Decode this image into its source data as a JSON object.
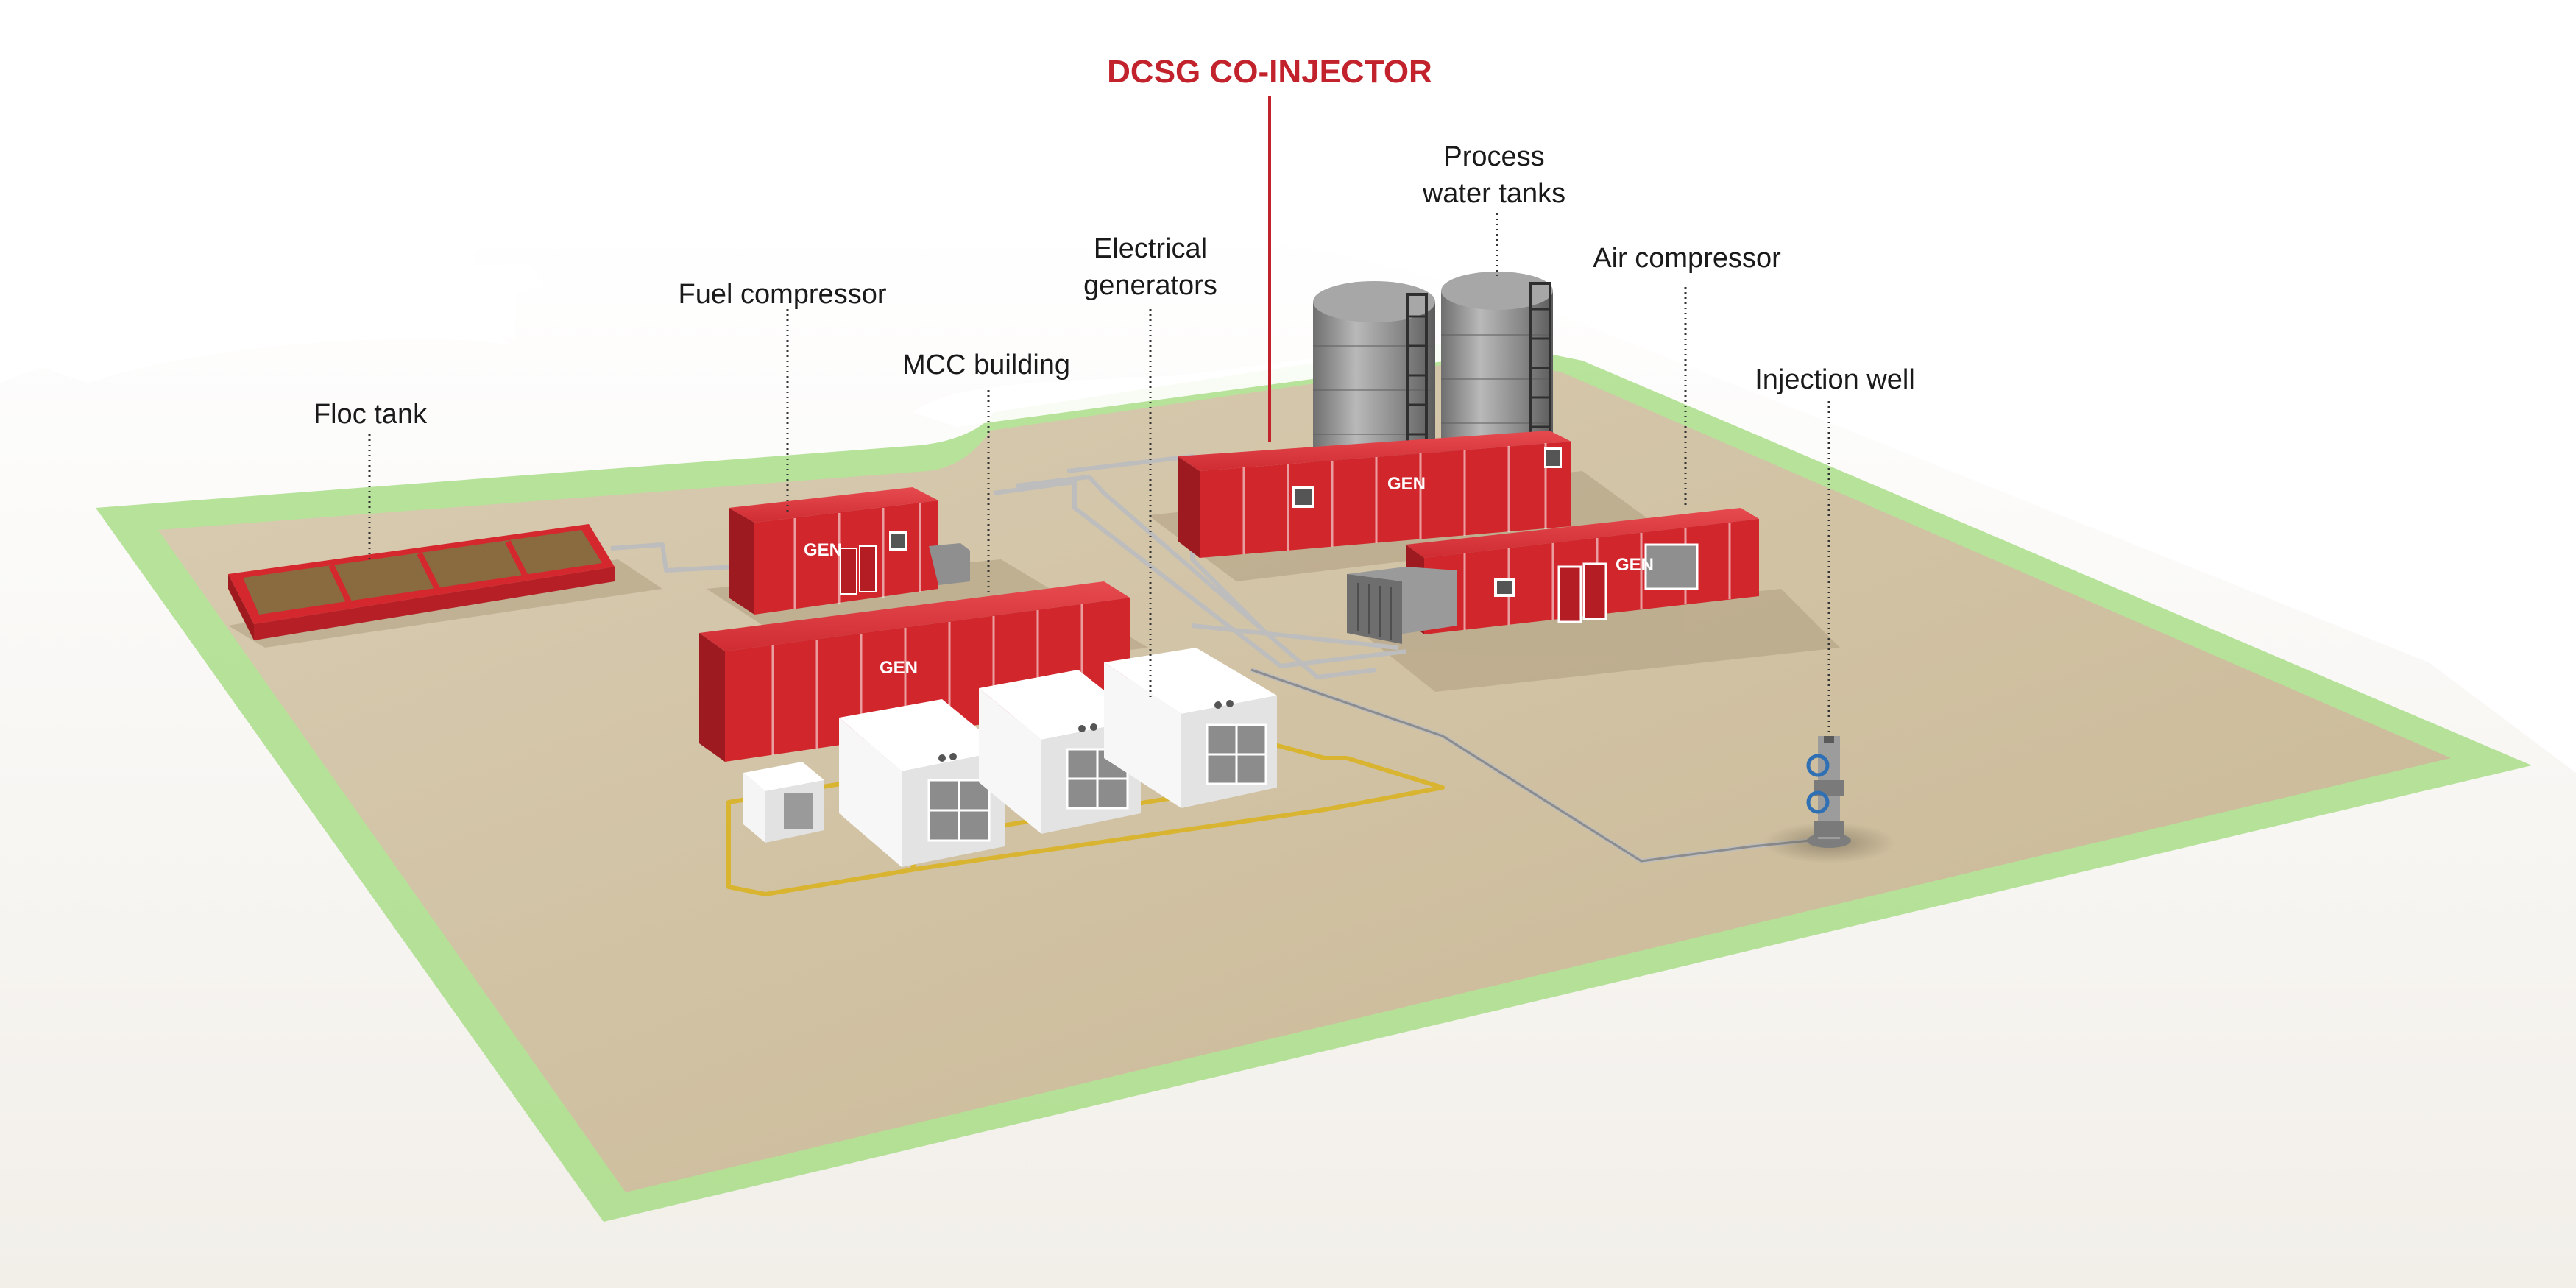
{
  "title": "DCSG CO-INJECTOR",
  "labels": {
    "floc_tank": "Floc tank",
    "fuel_compressor": "Fuel compressor",
    "mcc_building": "MCC building",
    "electrical_generators_1": "Electrical",
    "electrical_generators_2": "generators",
    "process_water_tanks_1": "Process",
    "process_water_tanks_2": "water tanks",
    "air_compressor": "Air compressor",
    "injection_well": "Injection well"
  },
  "logo_text": "GEN",
  "colors": {
    "accent_red": "#c1222b",
    "ground": "#d2c3a6",
    "grass_edge": "#8fd16a",
    "tank_grey": "#8a8a8a",
    "generator_white": "#f4f4f4",
    "walkway_yellow": "#d9b431"
  }
}
